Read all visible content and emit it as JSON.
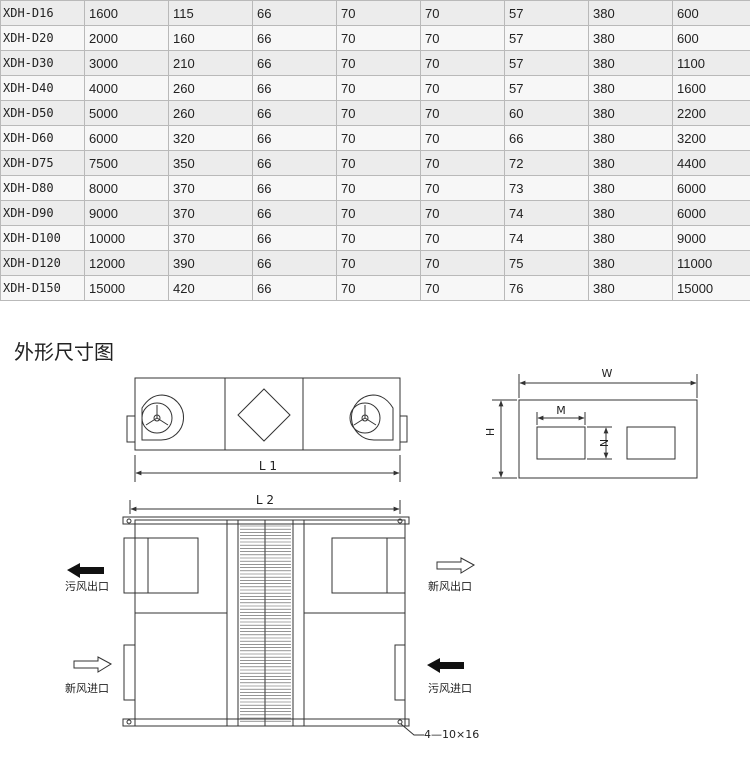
{
  "spec_table": {
    "rows": [
      [
        "XDH-D16",
        "1600",
        "115",
        "66",
        "70",
        "70",
        "57",
        "380",
        "600"
      ],
      [
        "XDH-D20",
        "2000",
        "160",
        "66",
        "70",
        "70",
        "57",
        "380",
        "600"
      ],
      [
        "XDH-D30",
        "3000",
        "210",
        "66",
        "70",
        "70",
        "57",
        "380",
        "1100"
      ],
      [
        "XDH-D40",
        "4000",
        "260",
        "66",
        "70",
        "70",
        "57",
        "380",
        "1600"
      ],
      [
        "XDH-D50",
        "5000",
        "260",
        "66",
        "70",
        "70",
        "60",
        "380",
        "2200"
      ],
      [
        "XDH-D60",
        "6000",
        "320",
        "66",
        "70",
        "70",
        "66",
        "380",
        "3200"
      ],
      [
        "XDH-D75",
        "7500",
        "350",
        "66",
        "70",
        "70",
        "72",
        "380",
        "4400"
      ],
      [
        "XDH-D80",
        "8000",
        "370",
        "66",
        "70",
        "70",
        "73",
        "380",
        "6000"
      ],
      [
        "XDH-D90",
        "9000",
        "370",
        "66",
        "70",
        "70",
        "74",
        "380",
        "6000"
      ],
      [
        "XDH-D100",
        "10000",
        "370",
        "66",
        "70",
        "70",
        "74",
        "380",
        "9000"
      ],
      [
        "XDH-D120",
        "12000",
        "390",
        "66",
        "70",
        "70",
        "75",
        "380",
        "11000"
      ],
      [
        "XDH-D150",
        "15000",
        "420",
        "66",
        "70",
        "70",
        "76",
        "380",
        "15000"
      ]
    ]
  },
  "section_title": "外形尺寸图",
  "drawing": {
    "top_view": {
      "dim_l1": "L 1"
    },
    "end_view": {
      "dim_w": "W",
      "dim_h": "H",
      "dim_m": "M",
      "dim_n": "N"
    },
    "plan_view": {
      "dim_l2": "L 2",
      "exhaust_out": "污风出口",
      "fresh_out": "新风出口",
      "fresh_in": "新风进口",
      "exhaust_in": "污风进口",
      "hole_spec": "4—10×16"
    }
  },
  "colors": {
    "line": "#333333",
    "table_border": "#b9b9b9",
    "arrow_fill": "#111111"
  }
}
